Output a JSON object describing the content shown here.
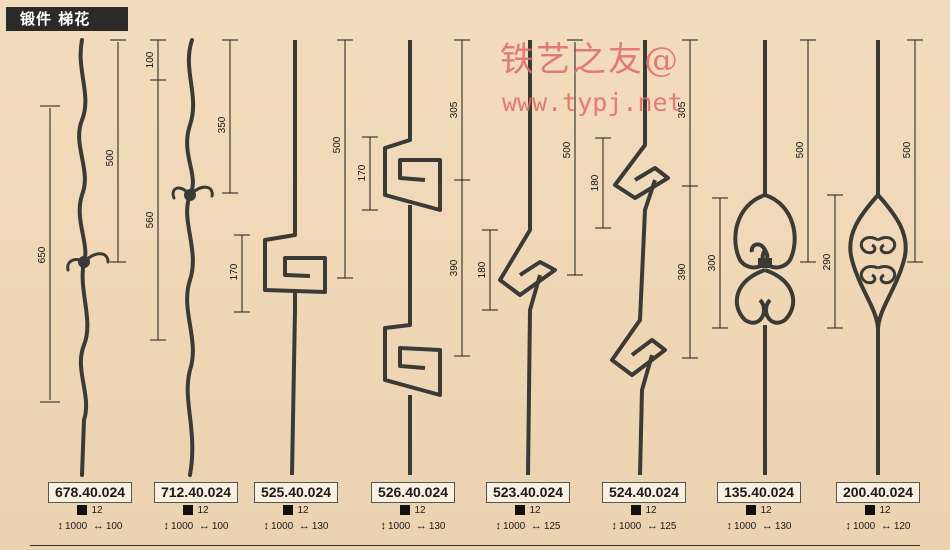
{
  "header": {
    "title": "锻件 梯花"
  },
  "watermark": {
    "line1": "铁艺之友@",
    "line2": "www.typj.net"
  },
  "colors": {
    "metal": "#3a3a36",
    "dimension": "#1a1a1a",
    "watermark": "#e06a6a"
  },
  "items": [
    {
      "code": "678.40.024",
      "section": "12",
      "length": "1000",
      "width": "100",
      "dims": [
        "500",
        "650"
      ]
    },
    {
      "code": "712.40.024",
      "section": "12",
      "length": "1000",
      "width": "100",
      "dims": [
        "100",
        "350",
        "560"
      ]
    },
    {
      "code": "525.40.024",
      "section": "12",
      "length": "1000",
      "width": "130",
      "dims": [
        "500",
        "170"
      ]
    },
    {
      "code": "526.40.024",
      "section": "12",
      "length": "1000",
      "width": "130",
      "dims": [
        "305",
        "170",
        "390"
      ]
    },
    {
      "code": "523.40.024",
      "section": "12",
      "length": "1000",
      "width": "125",
      "dims": [
        "500",
        "180"
      ]
    },
    {
      "code": "524.40.024",
      "section": "12",
      "length": "1000",
      "width": "125",
      "dims": [
        "305",
        "180",
        "390"
      ]
    },
    {
      "code": "135.40.024",
      "section": "12",
      "length": "1000",
      "width": "130",
      "dims": [
        "500",
        "300"
      ]
    },
    {
      "code": "200.40.024",
      "section": "12",
      "length": "1000",
      "width": "120",
      "dims": [
        "500",
        "290"
      ]
    }
  ]
}
